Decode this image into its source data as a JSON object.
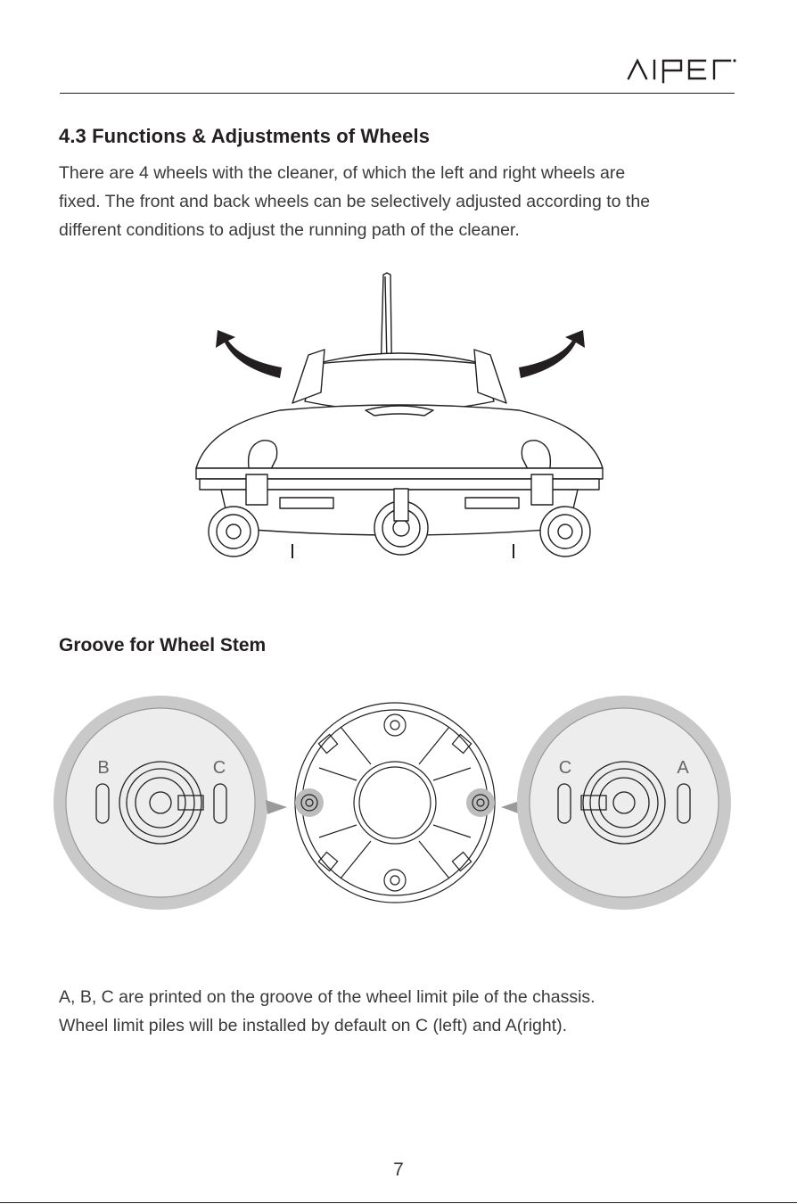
{
  "brand": {
    "name": "AIPER"
  },
  "section": {
    "title": "4.3 Functions & Adjustments of Wheels",
    "intro_lines": [
      "There are 4 wheels with the cleaner, of which the left and right wheels are",
      "fixed. The front and back wheels can be selectively adjusted according to the",
      "different conditions to adjust the running path of the cleaner."
    ]
  },
  "groove": {
    "title": "Groove for Wheel Stem",
    "left_detail": {
      "label_left": "B",
      "label_right": "C"
    },
    "right_detail": {
      "label_left": "C",
      "label_right": "A"
    }
  },
  "note_lines": [
    "A, B, C are printed on the groove of the wheel limit pile of the chassis.",
    "Wheel limit piles will be installed by default on C (left) and A(right)."
  ],
  "page_number": "7"
}
